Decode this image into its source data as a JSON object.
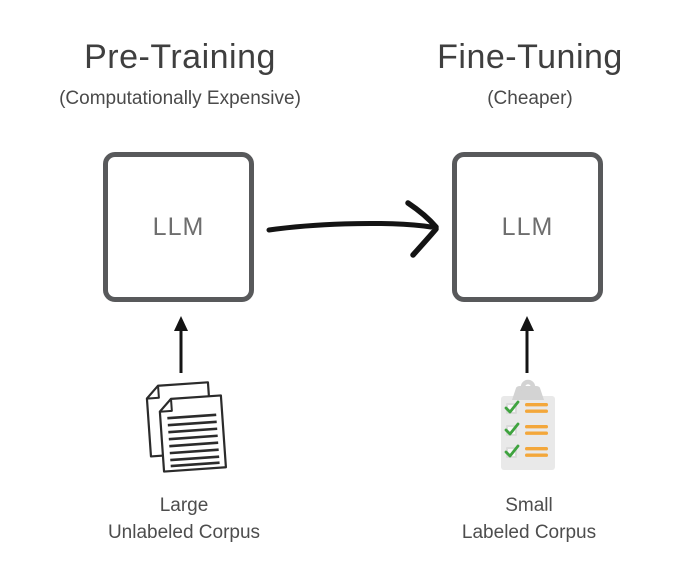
{
  "diagram": {
    "left": {
      "title": "Pre-Training",
      "subtitle": "(Computationally Expensive)",
      "box_label": "LLM",
      "corpus_label_line1": "Large",
      "corpus_label_line2": "Unlabeled Corpus",
      "icon": "documents-icon"
    },
    "right": {
      "title": "Fine-Tuning",
      "subtitle": "(Cheaper)",
      "box_label": "LLM",
      "corpus_label_line1": "Small",
      "corpus_label_line2": "Labeled Corpus",
      "icon": "clipboard-checklist-icon"
    },
    "arrows": {
      "flow": "hand-drawn-right-arrow",
      "left_input": "up-arrow",
      "right_input": "up-arrow"
    }
  },
  "colors": {
    "background": "#ffffff",
    "title_text": "#3f3f3f",
    "subtitle_text": "#4a4a4a",
    "label_text": "#4d4d4d",
    "llm_text": "#6e6e6e",
    "box_border": "#58595b",
    "arrow_ink": "#141414",
    "doc_outline": "#2b2b2b",
    "clipboard_body": "#e9e9e9",
    "clipboard_clip": "#d3d3d3",
    "checkbox_fill": "#dadada",
    "check_green": "#3fa33f",
    "bar_orange": "#f3a73b"
  }
}
